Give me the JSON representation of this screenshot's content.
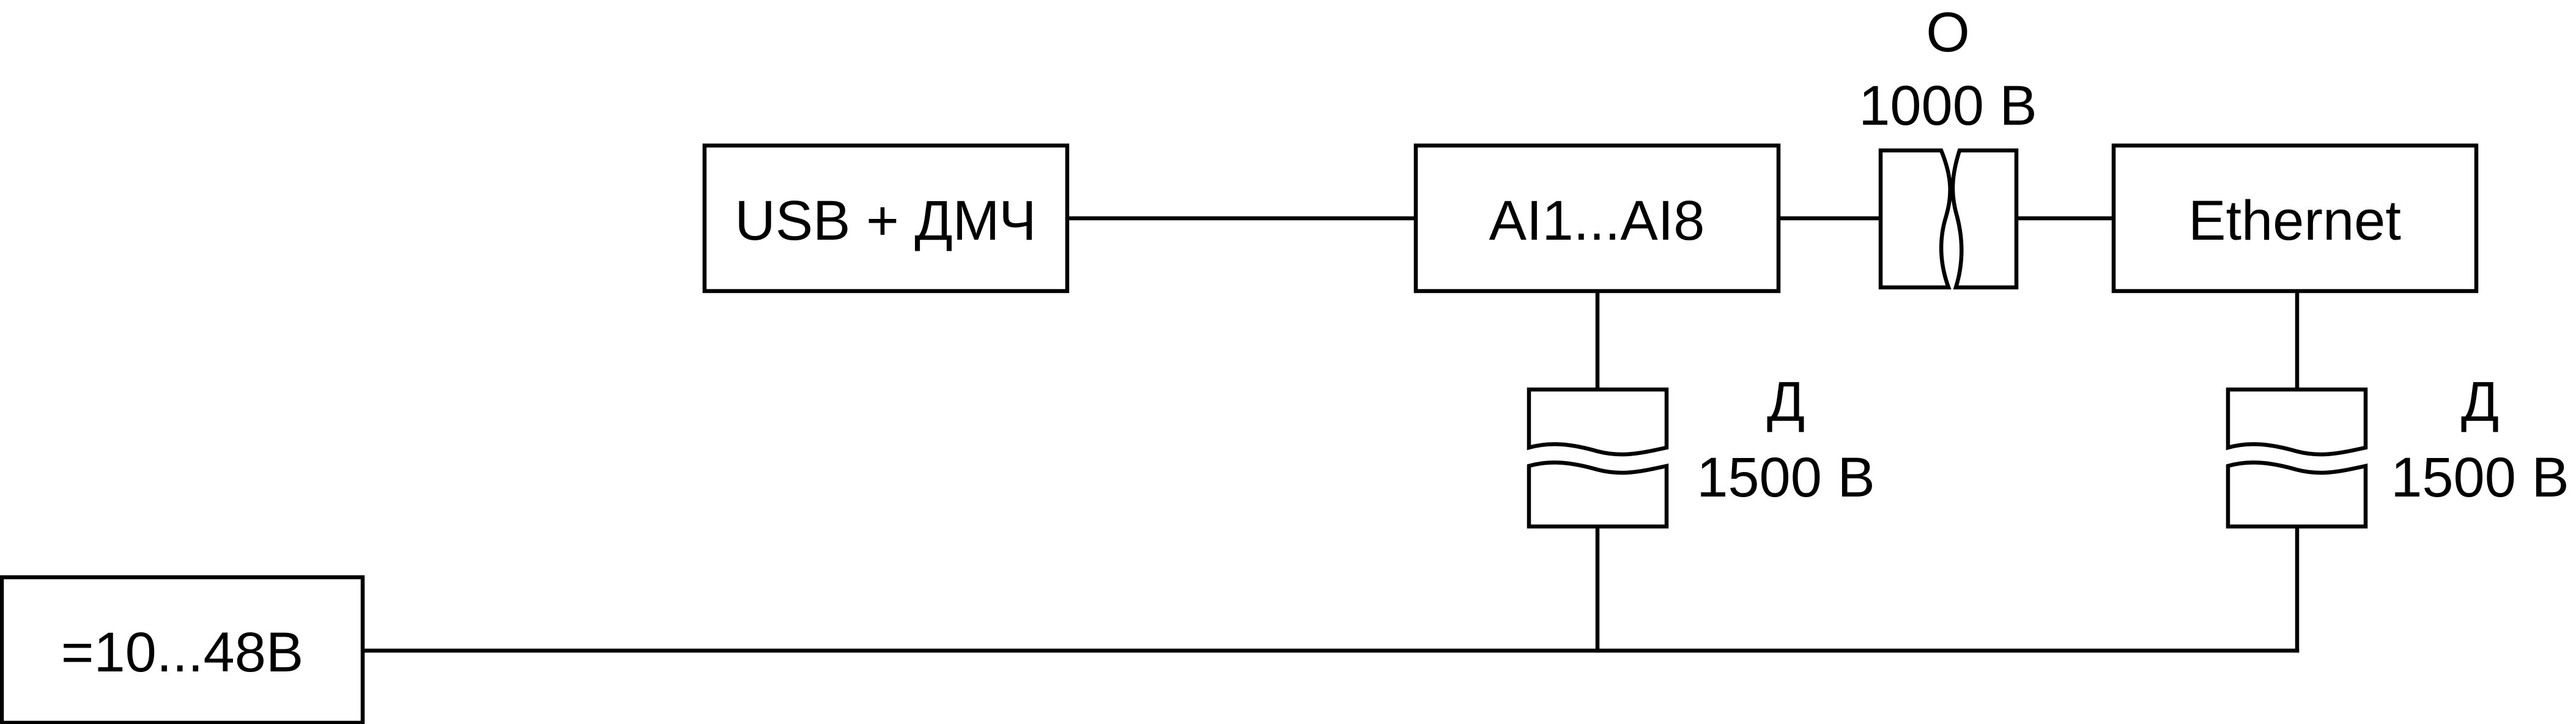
{
  "blocks": {
    "usb": "USB + ДМЧ",
    "ai": "AI1...AI8",
    "ethernet": "Ethernet",
    "power": "=10...48В"
  },
  "isolation": {
    "optical": {
      "type": "О",
      "voltage": "1000 В"
    },
    "ai_power": {
      "type": "Д",
      "voltage": "1500 В"
    },
    "eth_power": {
      "type": "Д",
      "voltage": "1500 В"
    }
  }
}
